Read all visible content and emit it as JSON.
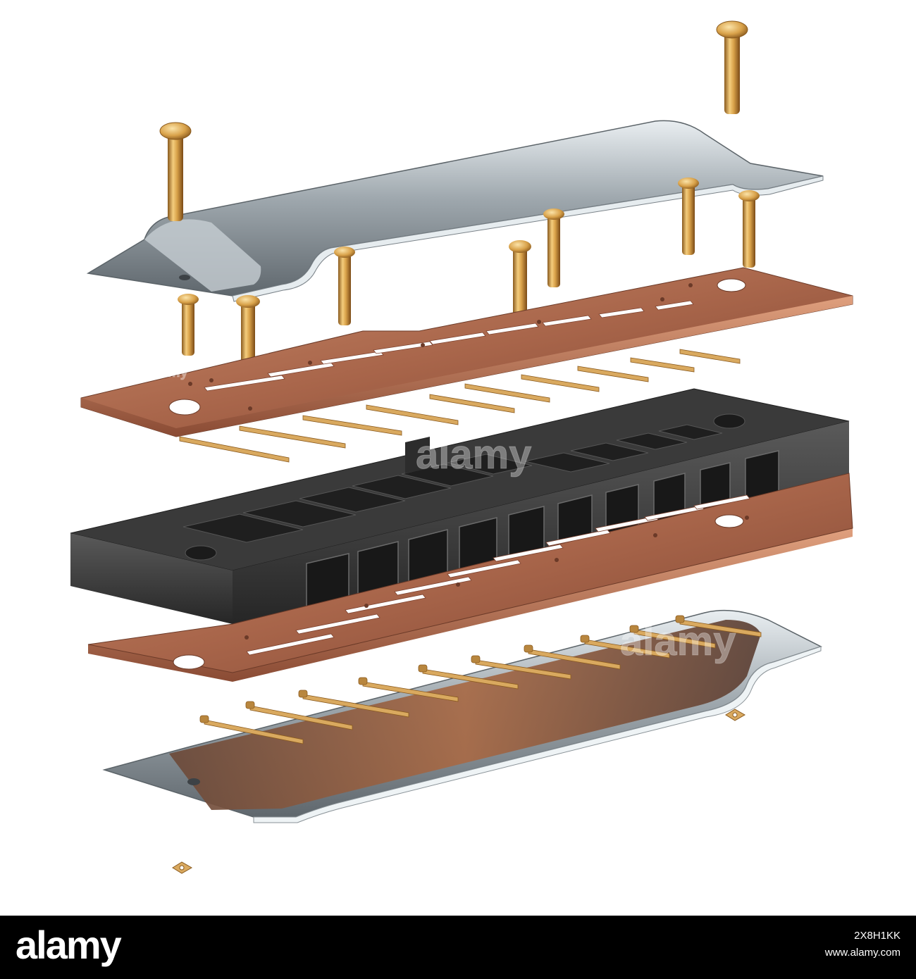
{
  "watermark": {
    "brand": "alamy"
  },
  "footer": {
    "logo": "alamy",
    "image_id": "2X8H1KK",
    "site": "www.alamy.com"
  },
  "colors": {
    "background": "#ffffff",
    "footer": "#000000",
    "comb": "#3a3a3a",
    "reed_plate": "#b06a4a",
    "cover_plate": "#9aa3a9",
    "screw": "#d7a24a"
  }
}
